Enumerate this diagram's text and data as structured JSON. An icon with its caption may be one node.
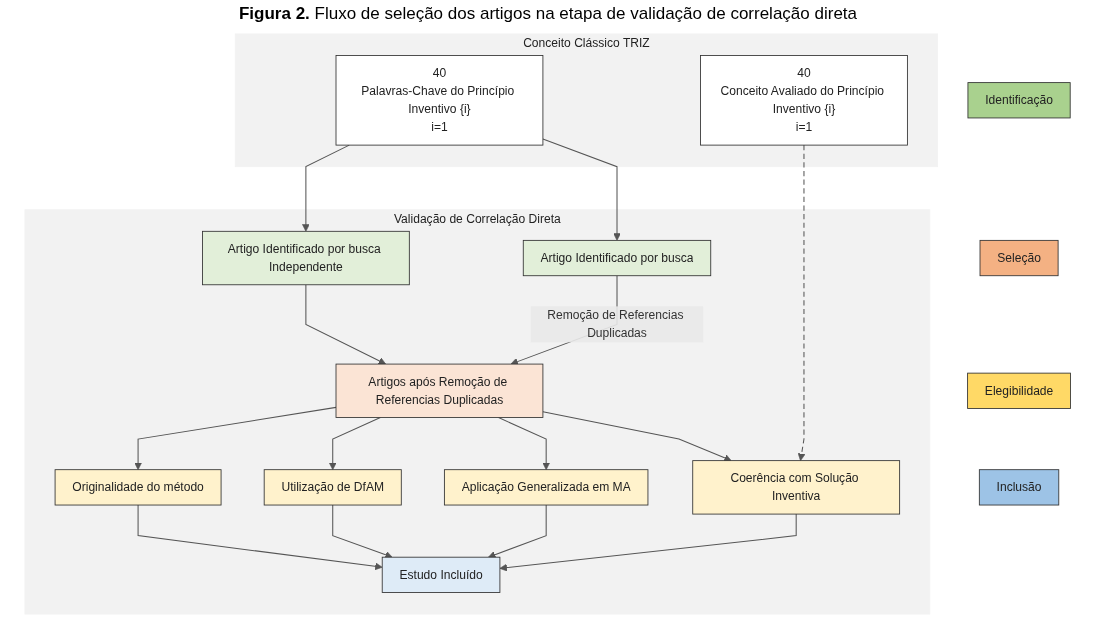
{
  "diagram": {
    "title": "**Figura 2.** Fluxo de seleção dos artigos na etapa de validação de correlação direta",
    "nodes": [
      {
        "text": [
          "Conceito Clássico TRIZ"
        ]
      },
      {
        "text": [
          "40",
          "Palavras-Chave do Princípio Inventivo {i}",
          "i=1"
        ],
        "in": 0
      },
      {
        "text": [
          "40",
          "Conceito Avaliado do Princípio Inventivo {i}",
          "i=1"
        ],
        "in": 0
      },
      {
        "text": [
          "Validação de Correlação Direta"
        ]
      },
      {
        "text": [
          "Artigo Identificado por busca"
        ],
        "in": 3
      },
      {
        "text": [
          "Artigo Identificado por busca Independente"
        ],
        "in": 3
      },
      {
        "text": [
          "Artigos após Remoção de Referencias Duplicadas"
        ],
        "in": 3
      },
      {
        "text": [
          "Coerência com Solução Inventiva"
        ],
        "in": 3
      },
      {
        "text": [
          "Aplicação Generalizada em MA"
        ],
        "in": 3
      },
      {
        "text": [
          "Utilização de DfAM"
        ],
        "in": 3
      },
      {
        "text": [
          "Originalidade do método"
        ],
        "in": 3
      },
      {
        "text": [
          "Estudo Incluído"
        ],
        "in": 3
      },
      {
        "text": [
          "Identificação"
        ]
      },
      {
        "text": [
          "Seleção"
        ]
      },
      {
        "text": [
          "Elegibilidade"
        ]
      },
      {
        "text": [
          "Inclusão"
        ]
      }
    ],
    "edges": [
      {
        "from": 1,
        "to": 4,
        "arrow": "to"
      },
      {
        "from": 1,
        "to": 5,
        "arrow": "to"
      },
      {
        "from": 4,
        "to": 6,
        "arrow": "to",
        "label": "Remoção de Referencias Duplicadas"
      },
      {
        "from": 5,
        "to": 6,
        "arrow": "to"
      },
      {
        "from": 6,
        "to": 7,
        "arrow": "to"
      },
      {
        "from": 6,
        "to": 8,
        "arrow": "to"
      },
      {
        "from": 6,
        "to": 9,
        "arrow": "to"
      },
      {
        "from": 6,
        "to": 10,
        "arrow": "to"
      },
      {
        "from": 2,
        "to": 7,
        "arrow": "to",
        "style": "dashed"
      },
      {
        "from": 7,
        "to": 11,
        "arrow": "to"
      },
      {
        "from": 8,
        "to": 11,
        "arrow": "to"
      },
      {
        "from": 9,
        "to": 11,
        "arrow": "to"
      },
      {
        "from": 10,
        "to": 11,
        "arrow": "to"
      }
    ]
  }
}
